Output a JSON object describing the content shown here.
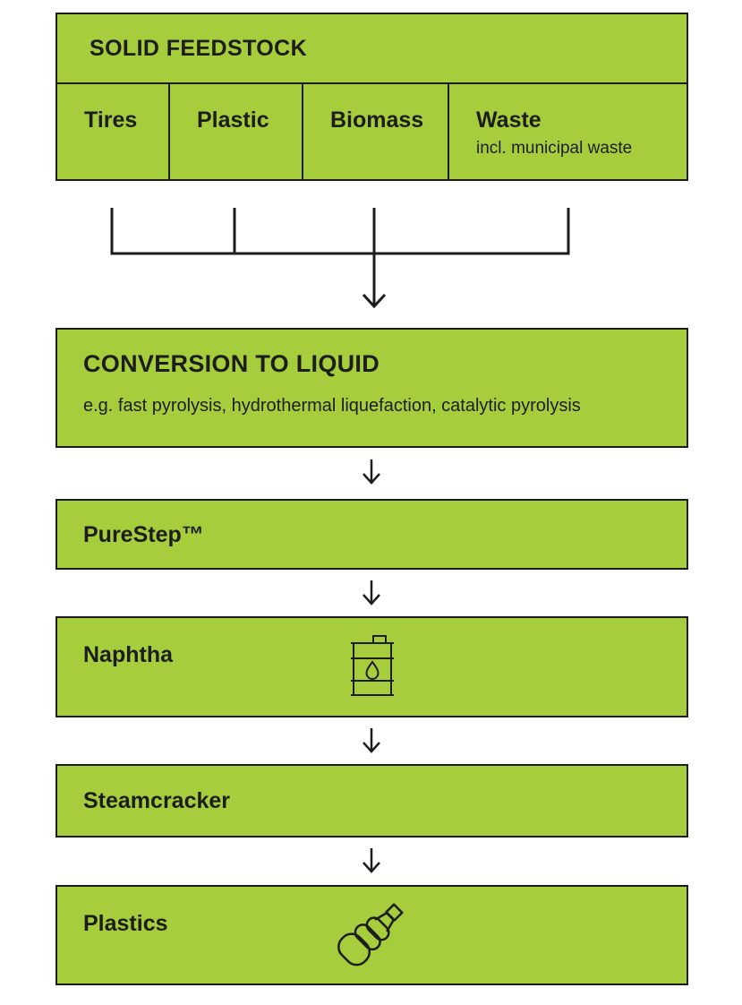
{
  "palette": {
    "green": "#a5cd3c",
    "ink": "#1d1d1b",
    "bg": "#ffffff"
  },
  "feedstock": {
    "title": "SOLID FEEDSTOCK",
    "items": [
      {
        "label": "Tires",
        "note": ""
      },
      {
        "label": "Plastic",
        "note": ""
      },
      {
        "label": "Biomass",
        "note": ""
      },
      {
        "label": "Waste",
        "note": "incl. municipal waste"
      }
    ]
  },
  "steps": [
    {
      "id": "conversion",
      "title": "CONVERSION TO LIQUID",
      "subtitle": "e.g. fast pyrolysis, hydrothermal liquefaction, catalytic pyrolysis"
    },
    {
      "id": "purestep",
      "title": "PureStep™"
    },
    {
      "id": "naphtha",
      "title": "Naphtha",
      "icon": "oil-barrel-icon"
    },
    {
      "id": "steamcracker",
      "title": "Steamcracker"
    },
    {
      "id": "plastics",
      "title": "Plastics",
      "icon": "plastic-bottle-icon"
    }
  ]
}
